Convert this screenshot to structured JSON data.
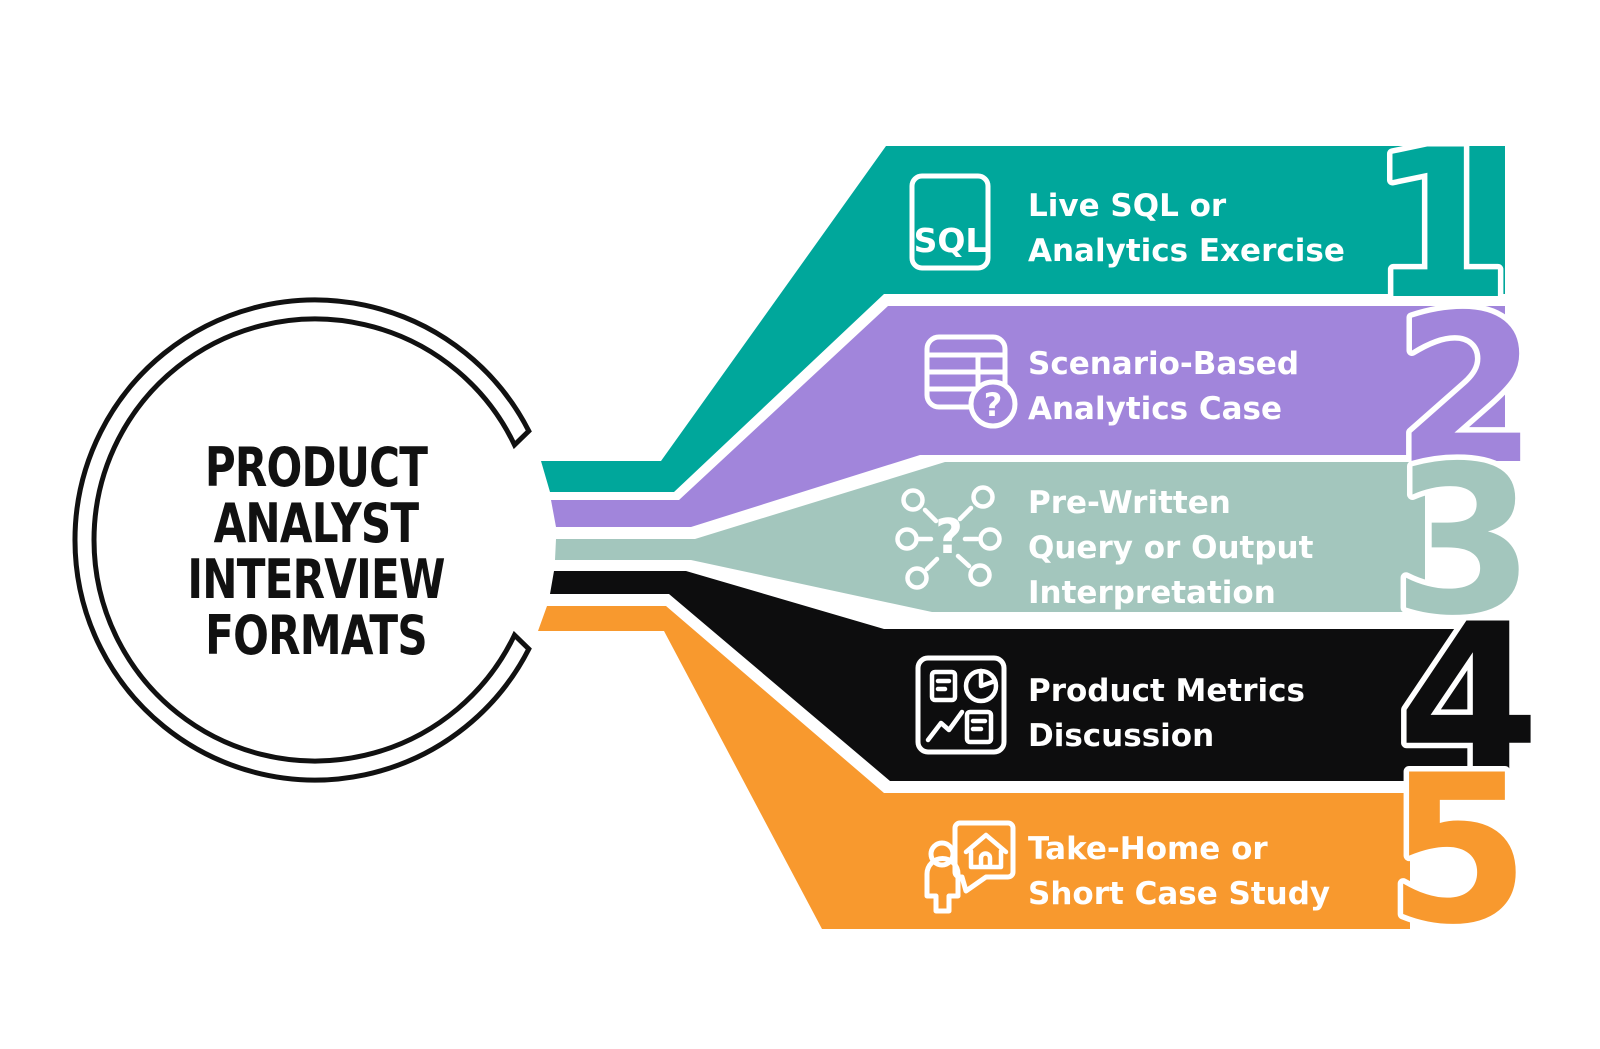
{
  "title": {
    "lines": [
      "PRODUCT",
      "ANALYST",
      "INTERVIEW",
      "FORMATS"
    ]
  },
  "bands": [
    {
      "number": "1",
      "color": "#00A79B",
      "icon": "sql-badge-icon",
      "icon_text": "SQL",
      "lines": [
        "Live SQL or",
        "Analytics Exercise"
      ]
    },
    {
      "number": "2",
      "color": "#A185DB",
      "icon": "table-question-icon",
      "icon_text": "?",
      "lines": [
        "Scenario-Based",
        "Analytics Case"
      ]
    },
    {
      "number": "3",
      "color": "#A3C6BD",
      "icon": "question-network-icon",
      "icon_text": "?",
      "lines": [
        "Pre-Written",
        "Query or Output",
        "Interpretation"
      ]
    },
    {
      "number": "4",
      "color": "#0D0D0E",
      "icon": "metrics-dashboard-icon",
      "lines": [
        "Product Metrics",
        "Discussion"
      ]
    },
    {
      "number": "5",
      "color": "#F8992E",
      "icon": "person-home-bubble-icon",
      "lines": [
        "Take-Home or",
        "Short Case Study"
      ]
    }
  ],
  "ring_color": "#111111",
  "background_color": "#FFFFFF",
  "label_text_color": "#FFFFFF"
}
